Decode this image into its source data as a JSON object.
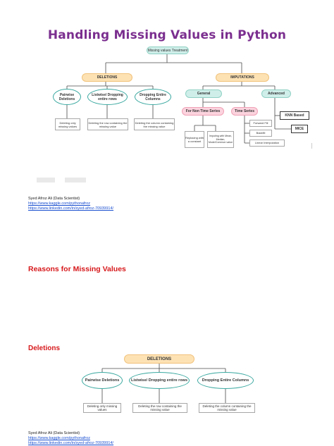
{
  "title": "Handling Missing Values in Python",
  "diagram1": {
    "root": "Missing values Treatment",
    "deletions": "DELETIONS",
    "imputations": "IMPUTATIONS",
    "pairwise": "Pairwise Deletions",
    "listwise": "Listwise/ Dropping entire rows",
    "dropping_columns": "Dropping Entire Columns",
    "pairwise_desc": "Deleting only missing values",
    "listwise_desc": "Deleting the row containing the missing value",
    "columns_desc": "Deleting the column containing the missing value",
    "general": "General",
    "advanced": "Advanced",
    "non_time_series": "For Non Time Series",
    "time_series": "Time Series",
    "replacing_constant": "Replacing with a constant",
    "replacing_stats": "Imputing with Mean, Median, Mode/Common value",
    "forward_fill": "Forward Fill",
    "backfill": "Backfill",
    "linear_interp": "Linear Interpolation",
    "knn": "KNN Based",
    "mice": "MICE"
  },
  "author": {
    "name": "Syed Afroz Ali (Data Scientist)",
    "kaggle": "https://www.kaggle.com/pythonafroz",
    "linkedin": "https://www.linkedin.com/in/syed-afroz-70939914/"
  },
  "section_reasons": "Reasons for Missing Values",
  "section_deletions": "Deletions",
  "diagram2": {
    "root": "DELETIONS",
    "pairwise": "Pairwise Deletions",
    "listwise": "Listwise/ Dropping entire rows",
    "dropping_columns": "Dropping Entire Columns",
    "pairwise_desc": "Deleting only missing values",
    "listwise_desc": "Deleting the row containing the missing value",
    "columns_desc": "Deleting the column containing the missing value"
  },
  "author2": {
    "name": "Syed Afroz Ali (Data Scientist)",
    "kaggle": "https://www.kaggle.com/pythonafroz",
    "linkedin": "https://www.linkedin.com/in/syed-afroz-70939914/"
  },
  "colors": {
    "title": "#7b2f8f",
    "heading": "#d7191c",
    "link": "#1a4fd0",
    "teal": "#3aa8a0",
    "orange": "#fde2b4",
    "pink": "#fbd3de"
  }
}
